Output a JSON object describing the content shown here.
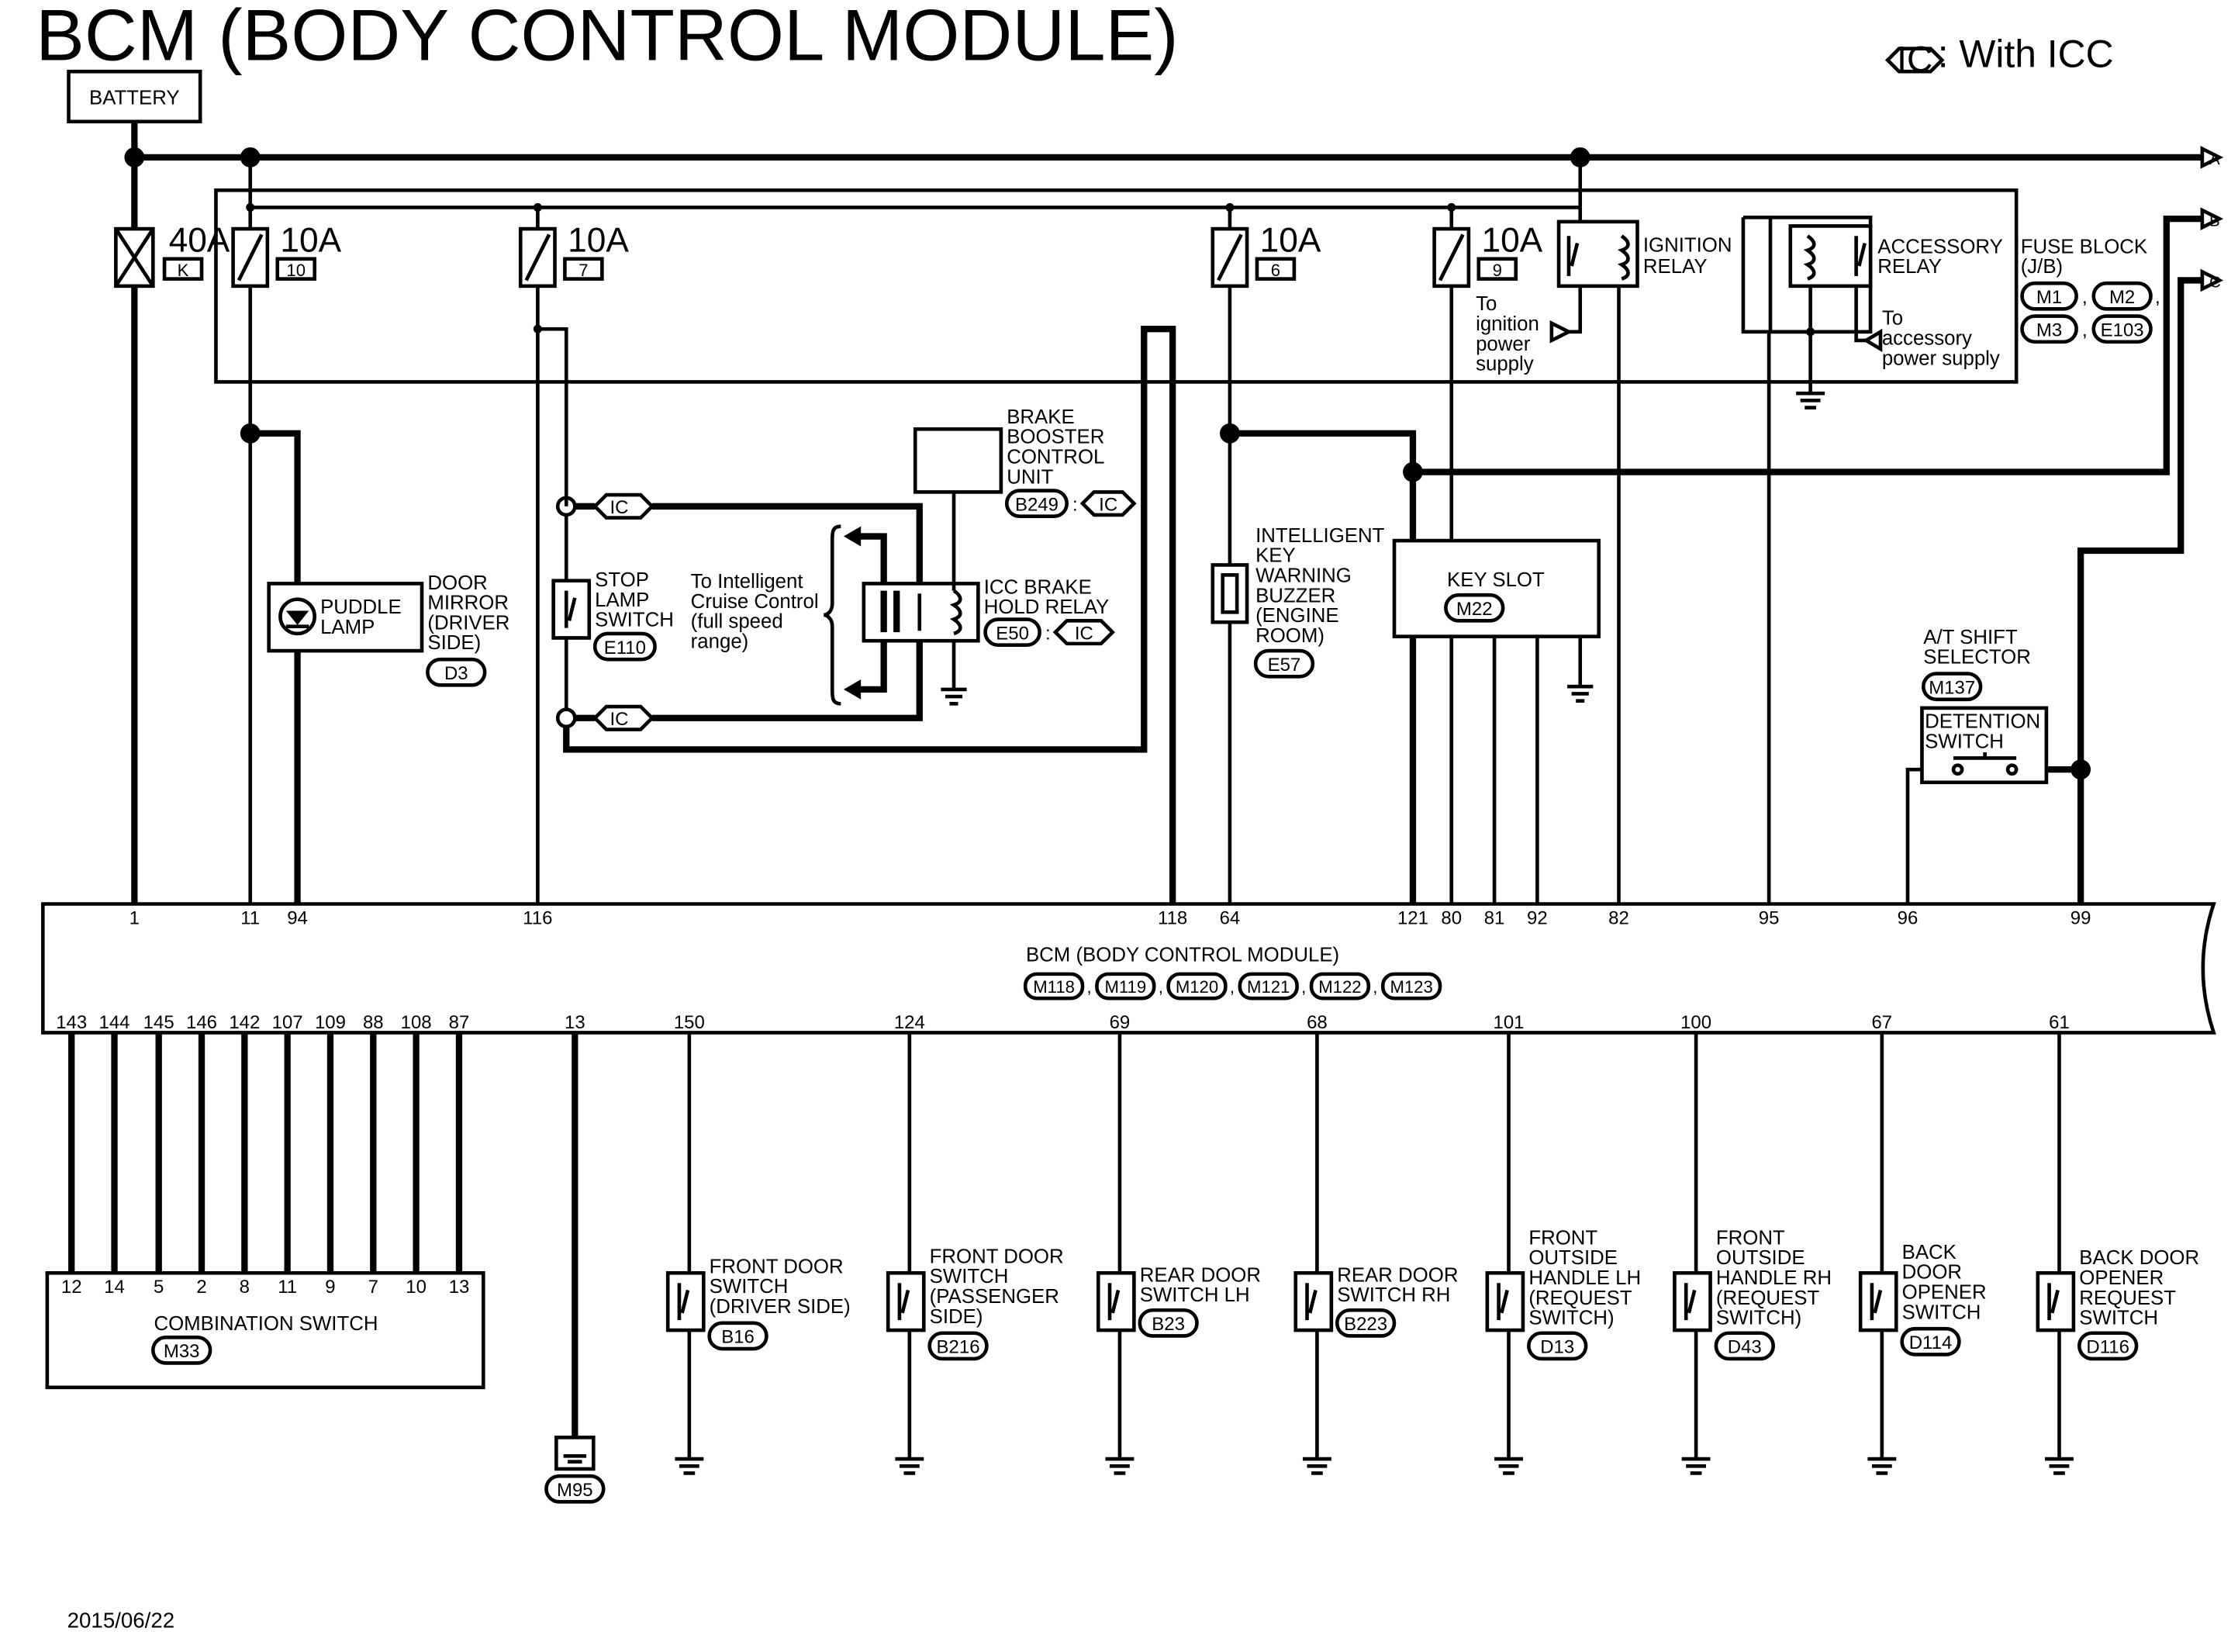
{
  "title": "BCM (BODY CONTROL MODULE)",
  "legend": {
    "code": "IC",
    "text": ": With ICC"
  },
  "battery": "BATTERY",
  "arrows": [
    "A",
    "B",
    "C"
  ],
  "fuses": [
    {
      "amp": "40A",
      "id": "K"
    },
    {
      "amp": "10A",
      "id": "10"
    },
    {
      "amp": "10A",
      "id": "7"
    },
    {
      "amp": "10A",
      "id": "6"
    },
    {
      "amp": "10A",
      "id": "9"
    }
  ],
  "fuse_block": {
    "name": [
      "FUSE BLOCK",
      "(J/B)"
    ],
    "connectors": [
      "M1",
      "M2",
      "M3",
      "E103"
    ]
  },
  "ignition_relay": [
    "IGNITION",
    "RELAY"
  ],
  "accessory_relay": [
    "ACCESSORY",
    "RELAY"
  ],
  "to_ignition": [
    "To",
    "ignition",
    "power",
    "supply"
  ],
  "to_accessory": [
    "To",
    "accessory",
    "power supply"
  ],
  "door_mirror": {
    "name": [
      "DOOR",
      "MIRROR",
      "(DRIVER",
      "SIDE)"
    ],
    "connector": "D3",
    "lamp": [
      "PUDDLE",
      "LAMP"
    ]
  },
  "stop_lamp": {
    "name": [
      "STOP",
      "LAMP",
      "SWITCH"
    ],
    "connector": "E110"
  },
  "ic_tag": "IC",
  "icc_note": [
    "To Intelligent",
    "Cruise Control",
    "(full speed",
    " range)"
  ],
  "brake_booster": {
    "name": [
      "BRAKE",
      "BOOSTER",
      "CONTROL",
      "UNIT"
    ],
    "connector": "B249"
  },
  "icc_relay": {
    "name": [
      "ICC BRAKE",
      "HOLD RELAY"
    ],
    "connector": "E50"
  },
  "buzzer": {
    "name": [
      "INTELLIGENT",
      "KEY",
      "WARNING",
      "BUZZER",
      "(ENGINE",
      " ROOM)"
    ],
    "connector": "E57"
  },
  "key_slot": {
    "name": "KEY SLOT",
    "connector": "M22"
  },
  "at_shift": {
    "name": [
      "A/T SHIFT",
      "SELECTOR"
    ],
    "connector": "M137",
    "switch": [
      "DETENTION",
      " SWITCH"
    ]
  },
  "bcm": {
    "name": "BCM (BODY CONTROL MODULE)",
    "connectors": [
      "M118",
      "M119",
      "M120",
      "M121",
      "M122",
      "M123"
    ],
    "top_pins": [
      "1",
      "11",
      "94",
      "116",
      "118",
      "64",
      "121",
      "80",
      "81",
      "92",
      "82",
      "95",
      "96",
      "99"
    ],
    "bottom_pins": [
      "143",
      "144",
      "145",
      "146",
      "142",
      "107",
      "109",
      "88",
      "108",
      "87",
      "13",
      "150",
      "124",
      "69",
      "68",
      "101",
      "100",
      "67",
      "61"
    ]
  },
  "combination_switch": {
    "name": "COMBINATION SWITCH",
    "connector": "M33",
    "pins": [
      "12",
      "14",
      "5",
      "2",
      "8",
      "11",
      "9",
      "7",
      "10",
      "13"
    ]
  },
  "ground_connector": "M95",
  "door_switches": [
    {
      "name": [
        "FRONT DOOR",
        "SWITCH",
        "(DRIVER SIDE)"
      ],
      "connector": "B16"
    },
    {
      "name": [
        "FRONT DOOR",
        "SWITCH",
        "(PASSENGER",
        " SIDE)"
      ],
      "connector": "B216"
    },
    {
      "name": [
        "REAR DOOR",
        "SWITCH LH"
      ],
      "connector": "B23"
    },
    {
      "name": [
        "REAR DOOR",
        "SWITCH RH"
      ],
      "connector": "B223"
    },
    {
      "name": [
        "FRONT",
        "OUTSIDE",
        "HANDLE LH",
        "(REQUEST",
        " SWITCH)"
      ],
      "connector": "D13"
    },
    {
      "name": [
        "FRONT",
        "OUTSIDE",
        "HANDLE RH",
        "(REQUEST",
        " SWITCH)"
      ],
      "connector": "D43"
    },
    {
      "name": [
        "BACK",
        "DOOR",
        "OPENER",
        "SWITCH"
      ],
      "connector": "D114"
    },
    {
      "name": [
        "BACK DOOR",
        "OPENER",
        "REQUEST",
        "SWITCH"
      ],
      "connector": "D116"
    }
  ],
  "date": "2015/06/22"
}
